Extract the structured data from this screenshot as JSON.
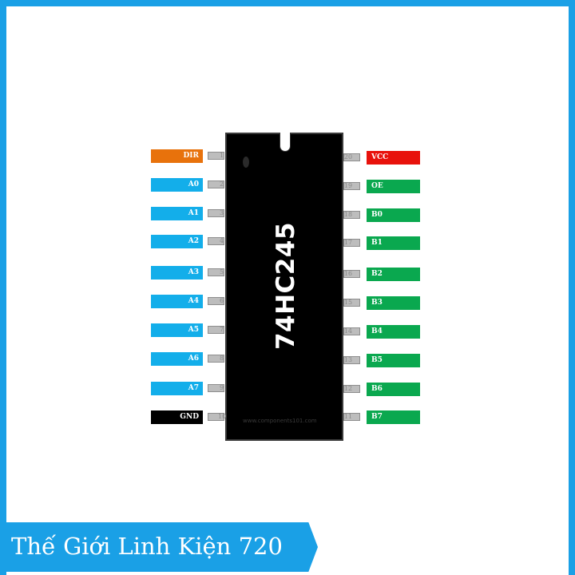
{
  "chip": {
    "name": "74HC245",
    "site": "www.components101.com"
  },
  "pins_left": [
    {
      "num": "1",
      "label": "DIR",
      "color": "#e8720c"
    },
    {
      "num": "2",
      "label": "A0",
      "color": "#13aeea"
    },
    {
      "num": "3",
      "label": "A1",
      "color": "#13aeea"
    },
    {
      "num": "4",
      "label": "A2",
      "color": "#13aeea"
    },
    {
      "num": "5",
      "label": "A3",
      "color": "#13aeea"
    },
    {
      "num": "6",
      "label": "A4",
      "color": "#13aeea"
    },
    {
      "num": "7",
      "label": "A5",
      "color": "#13aeea"
    },
    {
      "num": "8",
      "label": "A6",
      "color": "#13aeea"
    },
    {
      "num": "9",
      "label": "A7",
      "color": "#13aeea"
    },
    {
      "num": "10",
      "label": "GND",
      "color": "#000000"
    }
  ],
  "pins_right": [
    {
      "num": "20",
      "label": "VCC",
      "color": "#e8120c"
    },
    {
      "num": "19",
      "label": "OE",
      "color": "#0aa84f"
    },
    {
      "num": "18",
      "label": "B0",
      "color": "#0aa84f"
    },
    {
      "num": "17",
      "label": "B1",
      "color": "#0aa84f"
    },
    {
      "num": "16",
      "label": "B2",
      "color": "#0aa84f"
    },
    {
      "num": "15",
      "label": "B3",
      "color": "#0aa84f"
    },
    {
      "num": "14",
      "label": "B4",
      "color": "#0aa84f"
    },
    {
      "num": "13",
      "label": "B5",
      "color": "#0aa84f"
    },
    {
      "num": "12",
      "label": "B6",
      "color": "#0aa84f"
    },
    {
      "num": "11",
      "label": "B7",
      "color": "#0aa84f"
    }
  ],
  "banner": {
    "text": "Thế Giới Linh Kiện 720",
    "color": "#1aa0e6"
  }
}
